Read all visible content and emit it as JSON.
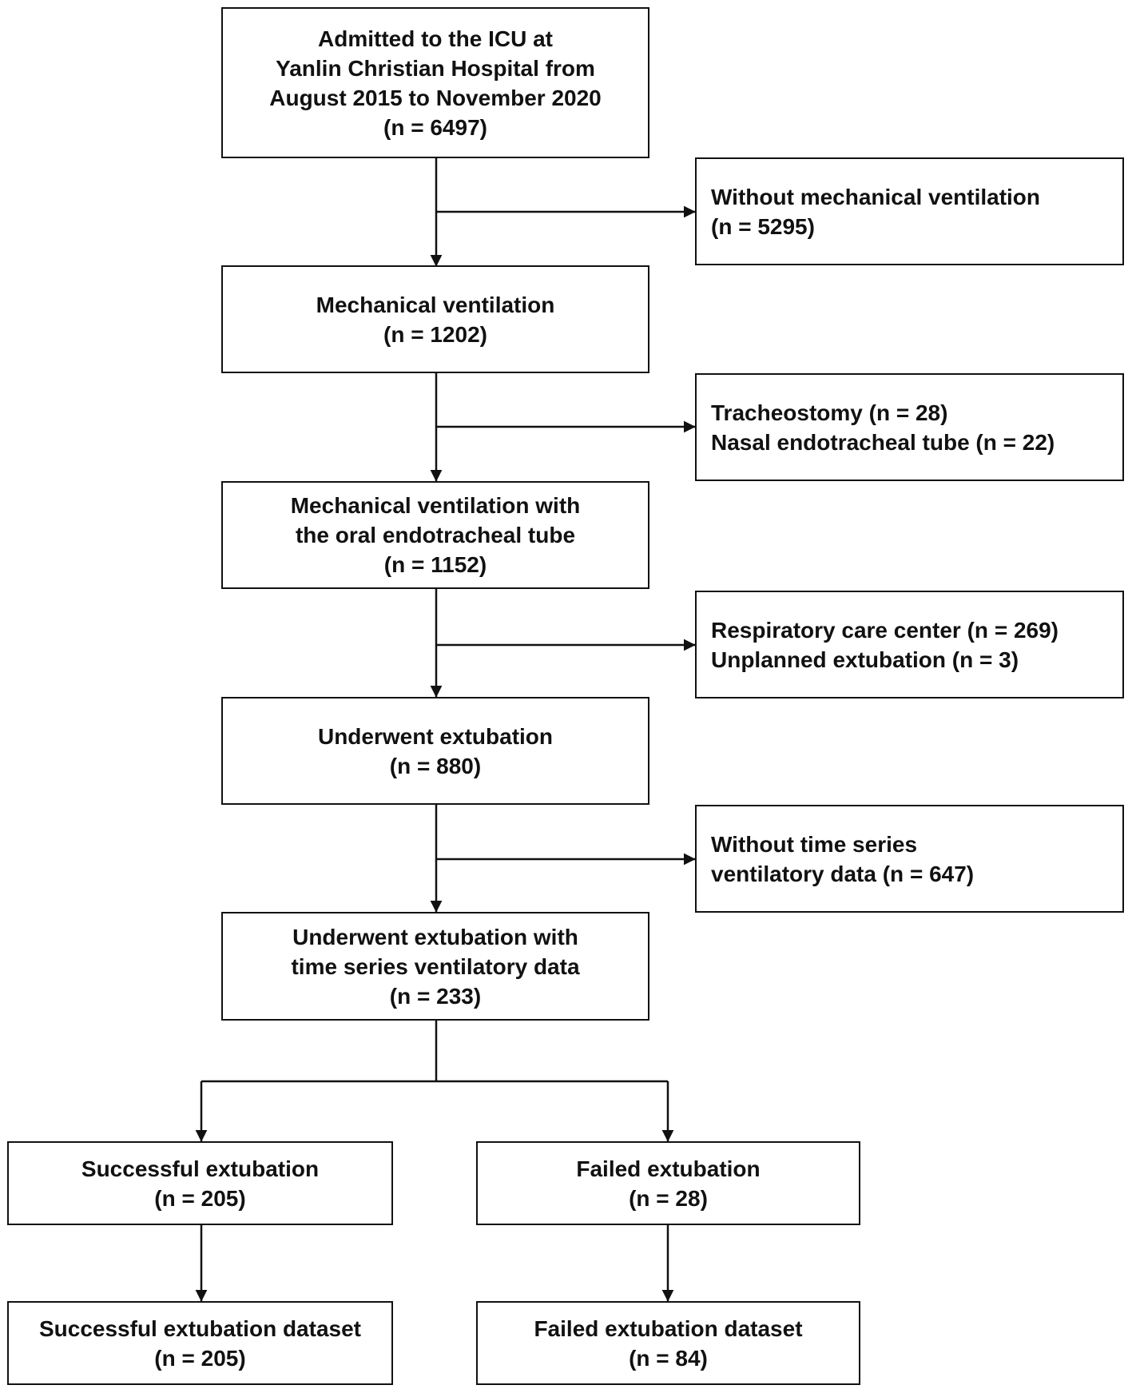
{
  "flowchart": {
    "boxes": {
      "admitted": {
        "text": "Admitted to the ICU at\nYanlin Christian Hospital from\nAugust 2015 to November 2020\n(n = 6497)"
      },
      "without_mv": {
        "text": "Without mechanical ventilation\n(n = 5295)"
      },
      "mech_vent": {
        "text": "Mechanical ventilation\n(n = 1202)"
      },
      "excl_tube": {
        "text": "Tracheostomy (n = 28)\nNasal endotracheal tube (n = 22)"
      },
      "oral_tube": {
        "text": "Mechanical ventilation with\nthe oral endotracheal tube\n(n = 1152)"
      },
      "excl_rcc": {
        "text": "Respiratory care center (n = 269)\nUnplanned extubation (n = 3)"
      },
      "extubation": {
        "text": "Underwent extubation\n(n = 880)"
      },
      "excl_ts": {
        "text": "Without  time series\nventilatory data (n = 647)"
      },
      "extubation_ts": {
        "text": "Underwent extubation with\ntime series ventilatory data\n(n = 233)"
      },
      "success": {
        "text": "Successful extubation\n(n = 205)"
      },
      "failed": {
        "text": "Failed extubation\n(n = 28)"
      },
      "success_ds": {
        "text": "Successful extubation dataset\n(n = 205)"
      },
      "failed_ds": {
        "text": "Failed extubation dataset\n(n = 84)"
      }
    }
  }
}
